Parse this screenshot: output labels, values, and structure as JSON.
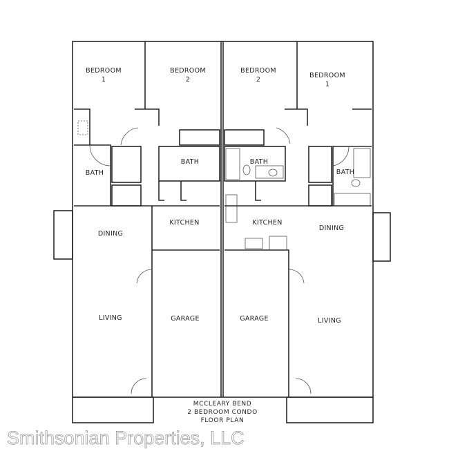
{
  "rooms": {
    "left_bedroom1": "BEDROOM",
    "left_bedroom1_num": "1",
    "left_bedroom2": "BEDROOM",
    "left_bedroom2_num": "2",
    "right_bedroom2": "BEDROOM",
    "right_bedroom2_num": "2",
    "right_bedroom1": "BEDROOM",
    "right_bedroom1_num": "1",
    "left_bath1": "BATH",
    "left_bath2": "BATH",
    "right_bath2": "BATH",
    "right_bath1": "BATH",
    "left_dining": "DINING",
    "left_kitchen": "KITCHEN",
    "right_kitchen": "KITCHEN",
    "right_dining": "DINING",
    "left_living": "LIVING",
    "left_garage": "GARAGE",
    "right_garage": "GARAGE",
    "right_living": "LIVING"
  },
  "title": [
    "MCCLEARY BEND",
    "2 BEDROOM CONDO",
    "FLOOR PLAN"
  ],
  "watermark": "Smithsonian Properties, LLC"
}
